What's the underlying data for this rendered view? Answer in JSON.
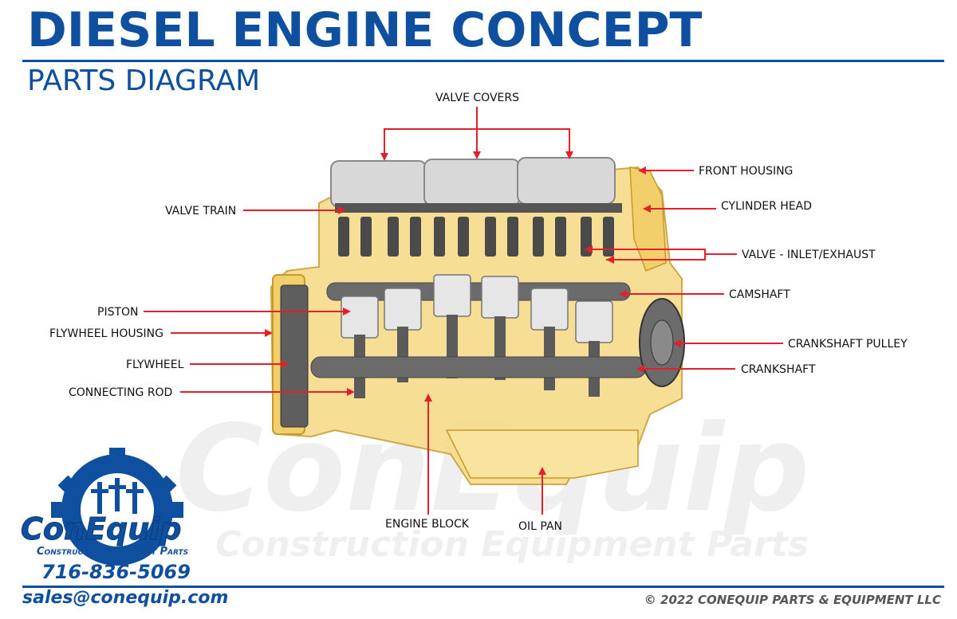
{
  "header": {
    "title": "DIESEL ENGINE CONCEPT",
    "subtitle": "PARTS DIAGRAM"
  },
  "labels": {
    "valve_covers": "VALVE COVERS",
    "front_housing": "FRONT HOUSING",
    "valve_train": "VALVE TRAIN",
    "cylinder_head": "CYLINDER HEAD",
    "valve_inlet_exhaust": "VALVE - INLET/EXHAUST",
    "camshaft": "CAMSHAFT",
    "piston": "PISTON",
    "flywheel_housing": "FLYWHEEL HOUSING",
    "crankshaft_pulley": "CRANKSHAFT PULLEY",
    "flywheel": "FLYWHEEL",
    "crankshaft": "CRANKSHAFT",
    "connecting_rod": "CONNECTING ROD",
    "engine_block": "ENGINE BLOCK",
    "oil_pan": "OIL PAN"
  },
  "brand": {
    "name": "ConEquip",
    "tagline": "Construction Equipment Parts",
    "phone": "716-836-5069",
    "email": "sales@conequip.com",
    "watermark_name": "ConEquip",
    "watermark_tagline": "Construction Equipment Parts"
  },
  "footer": {
    "copyright": "© 2022 CONEQUIP PARTS & EQUIPMENT LLC"
  },
  "colors": {
    "brand_blue": "#0f4fa0",
    "arrow_red": "#e3202a",
    "engine_yellow": "#f6d983",
    "engine_outline": "#c69a2a",
    "part_gray": "#6b6b6b",
    "piston_white": "#e6e6e6"
  }
}
